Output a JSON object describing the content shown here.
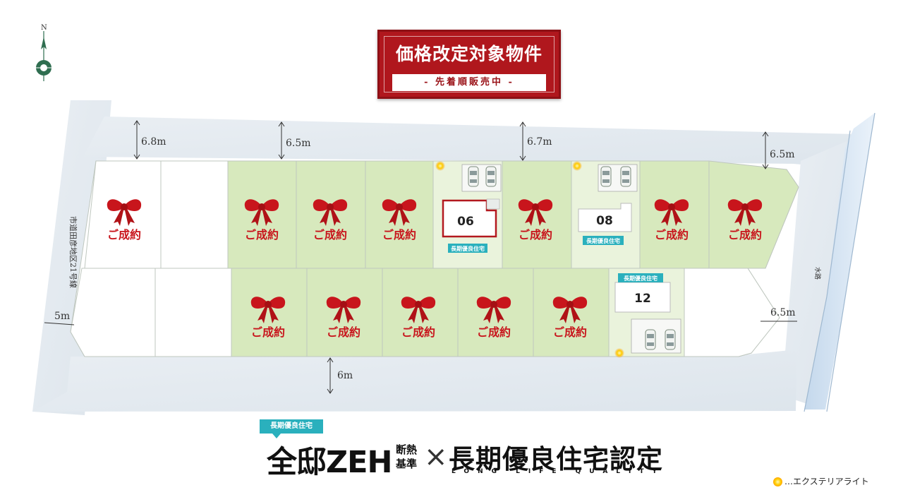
{
  "banner": {
    "title": "価格改定対象物件",
    "subtitle": "- 先着順販売中 -"
  },
  "compass": {
    "north": "N"
  },
  "roads": {
    "top_widths": [
      "6.8m",
      "6.5m",
      "6.7m",
      "6.5m"
    ],
    "left_width": "5m",
    "right_width": "6.5m",
    "bottom_width": "6m",
    "left_road_name": "市道田彦地区21号線",
    "waterway": "水路"
  },
  "lots": {
    "sold_label": "ご成約",
    "available": [
      {
        "number": "06",
        "badge": "長期優良住宅"
      },
      {
        "number": "08",
        "badge": "長期優良住宅"
      },
      {
        "number": "12",
        "badge": "長期優良住宅"
      }
    ]
  },
  "footer": {
    "badge": "長期優良住宅",
    "zeh": "全邸ZEH",
    "insulation": "断熱基準",
    "times": "×",
    "certification": "長期優良住宅認定",
    "quality": "LONG LIFE QUALITY",
    "legend": "…エクステリアライト"
  },
  "colors": {
    "banner_red": "#b0171d",
    "sold_green": "#d7e9bd",
    "road_blue": "#e4ebf1",
    "badge_teal": "#2ab0bd",
    "ribbon_red": "#c8151c",
    "light_yellow": "#ffcc00"
  }
}
